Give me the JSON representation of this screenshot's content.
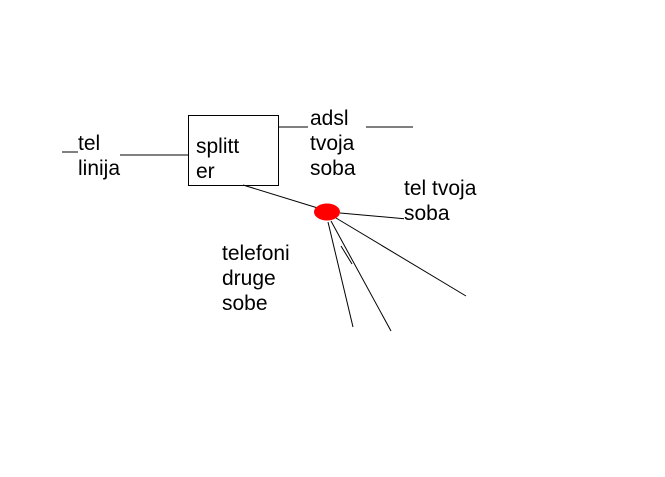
{
  "diagram": {
    "labels": {
      "tel_linija": "tel\nlinija",
      "splitter": "splitt\ner",
      "adsl_tvoja_soba": "adsl\ntvoja\nsoba",
      "tel_tvoja_soba": "tel tvoja\nsoba",
      "telefoni_druge_sobe": "telefoni\ndruge\nsobe"
    },
    "colors": {
      "junction_dot": "#ff0000",
      "line": "#000000",
      "background": "#ffffff"
    }
  }
}
